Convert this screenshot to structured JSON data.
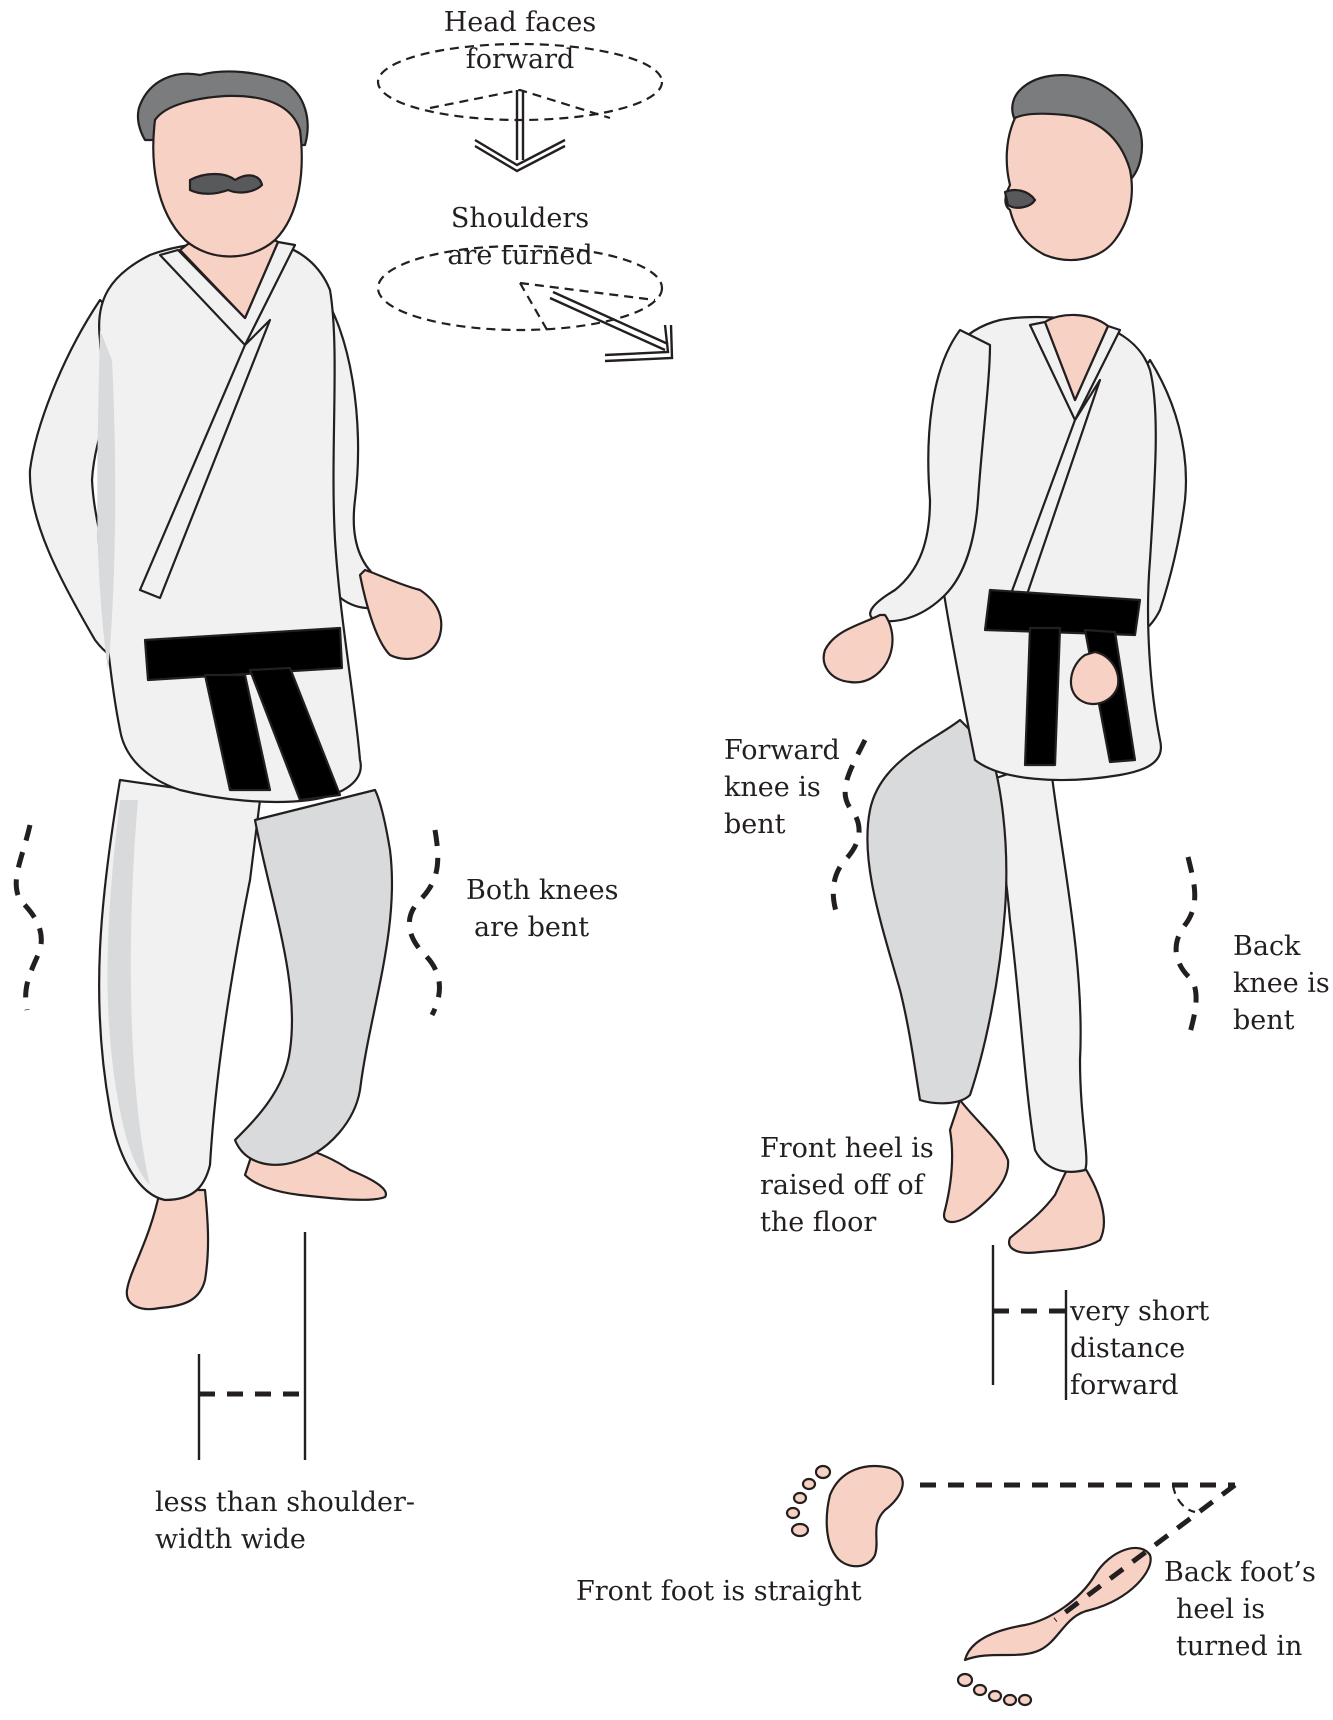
{
  "colors": {
    "skin": "#f7d2c4",
    "hair": "#7b7c7e",
    "gi": "#f1f1f2",
    "gi_shade": "#d9dadb",
    "belt": "#000000",
    "line": "#231f20",
    "mustache": "#58595b"
  },
  "labels": {
    "head_faces": [
      "Head faces",
      "forward"
    ],
    "shoulders": [
      "Shoulders",
      "are turned"
    ],
    "both_knees": [
      "Both knees",
      "are bent"
    ],
    "shoulder_width": [
      "less than shoulder-",
      "width wide"
    ],
    "forward_knee": [
      "Forward",
      "knee is",
      "bent"
    ],
    "back_knee": [
      "Back",
      "knee is",
      "bent"
    ],
    "front_heel": [
      "Front heel is",
      "raised off of",
      "the floor"
    ],
    "short_distance": [
      "very short",
      "distance",
      "forward"
    ],
    "front_foot": [
      "Front foot is straight"
    ],
    "back_foot_heel": [
      "Back foot’s",
      "heel is",
      "turned in"
    ]
  }
}
